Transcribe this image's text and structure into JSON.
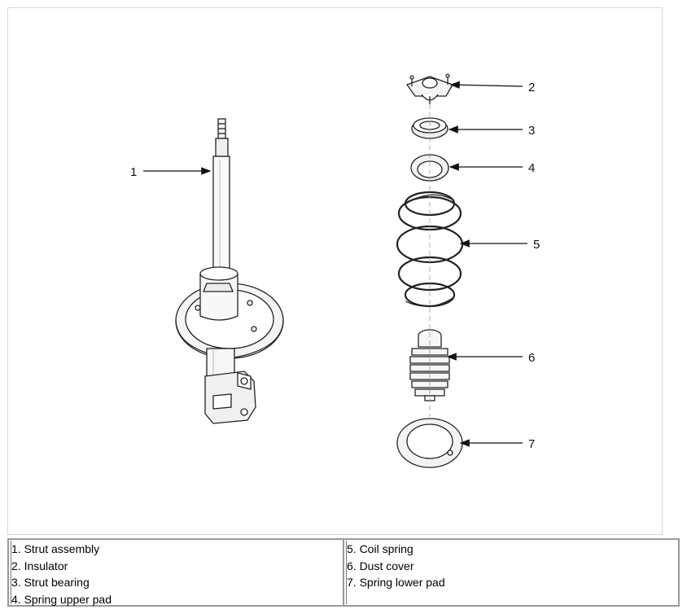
{
  "callouts": [
    "1",
    "2",
    "3",
    "4",
    "5",
    "6",
    "7"
  ],
  "legend": {
    "left": [
      "1. Strut assembly",
      "2. Insulator",
      "3. Strut bearing",
      "4. Spring upper pad"
    ],
    "right": [
      "5. Coil spring",
      "6. Dust cover",
      "7. Spring lower pad"
    ]
  }
}
